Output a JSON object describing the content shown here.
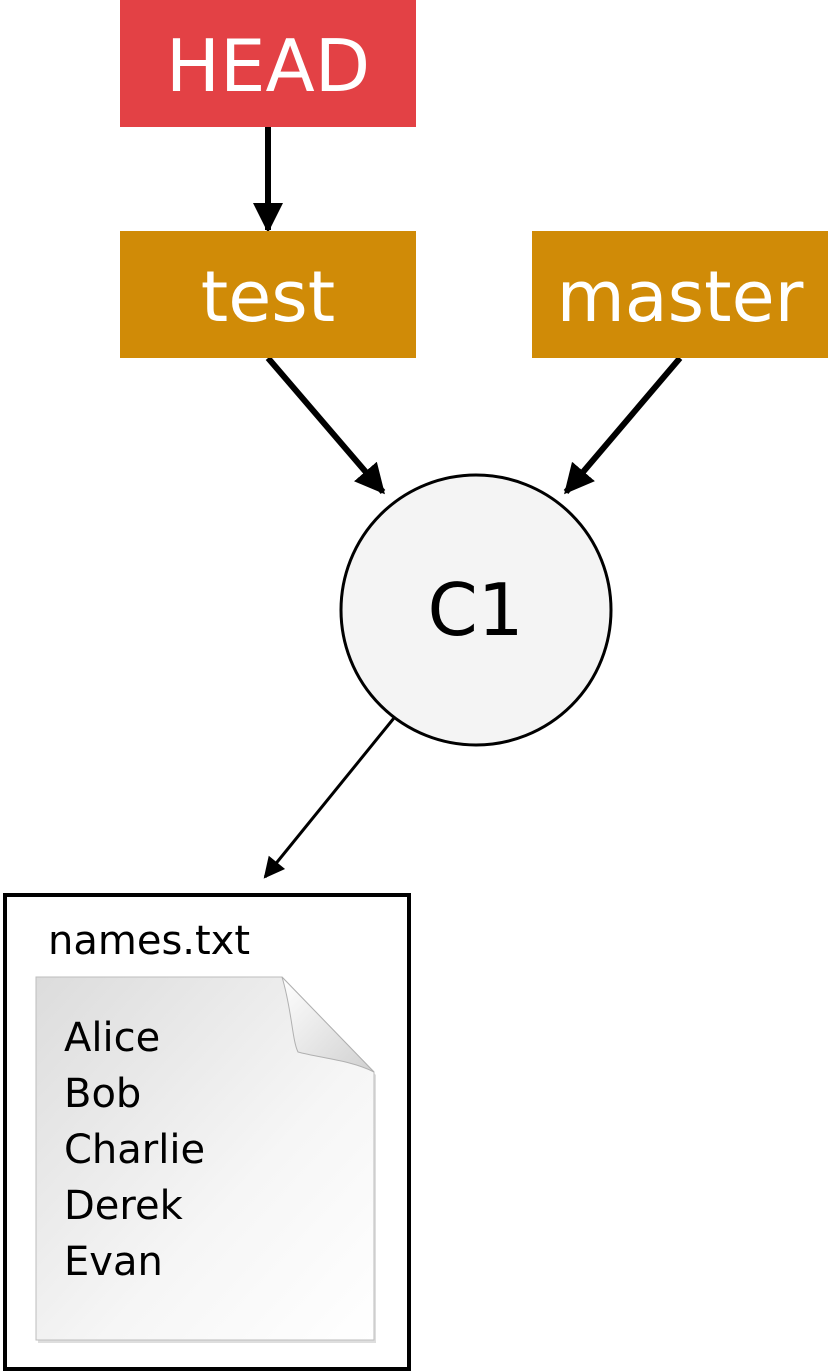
{
  "refs": {
    "head": "HEAD",
    "branches": [
      "test",
      "master"
    ]
  },
  "commit": {
    "id": "C1"
  },
  "file": {
    "name": "names.txt",
    "lines": [
      "Alice",
      "Bob",
      "Charlie",
      "Derek",
      "Evan"
    ]
  },
  "colors": {
    "head": "#e34145",
    "branch": "#d08b07",
    "commit_fill": "#f4f4f4",
    "text_on_label": "#ffffff"
  }
}
